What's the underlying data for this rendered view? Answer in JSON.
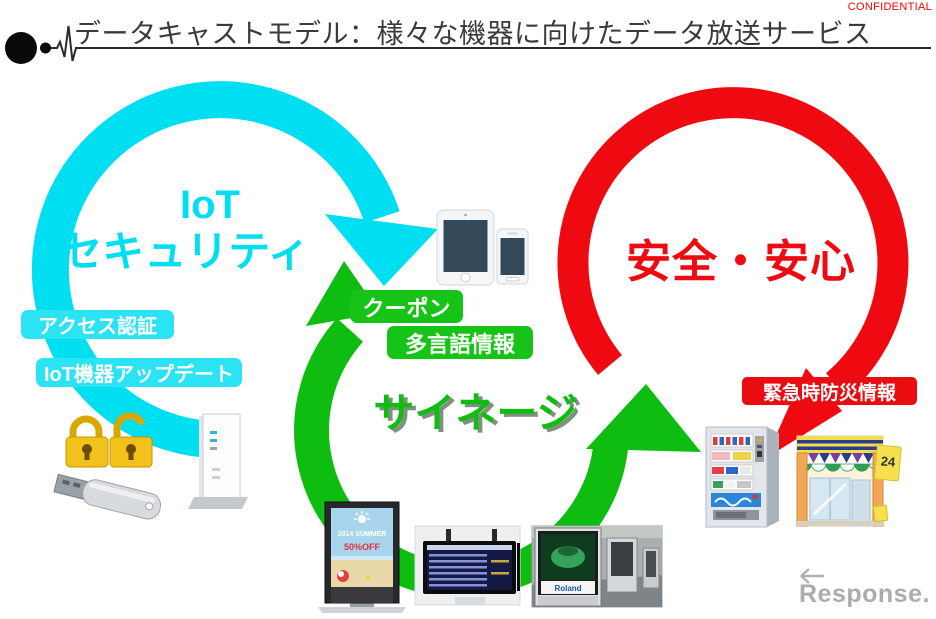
{
  "header": {
    "title": "データキャストモデル：様々な機器に向けたデータ放送サービス",
    "confidential": "CONFIDENTIAL"
  },
  "colors": {
    "iot_accent": "#00dff2",
    "signage_accent": "#0fbc10",
    "safety_accent": "#ee0a10"
  },
  "iot_cycle": {
    "title_line1": "IoT",
    "title_line2": "セキュリティ",
    "tag_access": "アクセス認証",
    "tag_update": "IoT機器アップデート"
  },
  "signage_cycle": {
    "title": "サイネージ",
    "tag_coupon": "クーポン",
    "tag_multilang": "多言語情報"
  },
  "safety_cycle": {
    "title": "安全・安心",
    "tag_emergency": "緊急時防災情報"
  },
  "photos": {
    "kiosk_ad_line1": "2014 SUMMER",
    "kiosk_ad_line2": "50%OFF",
    "street_sign": "Roland",
    "store_open": "24"
  },
  "watermark": "Response."
}
